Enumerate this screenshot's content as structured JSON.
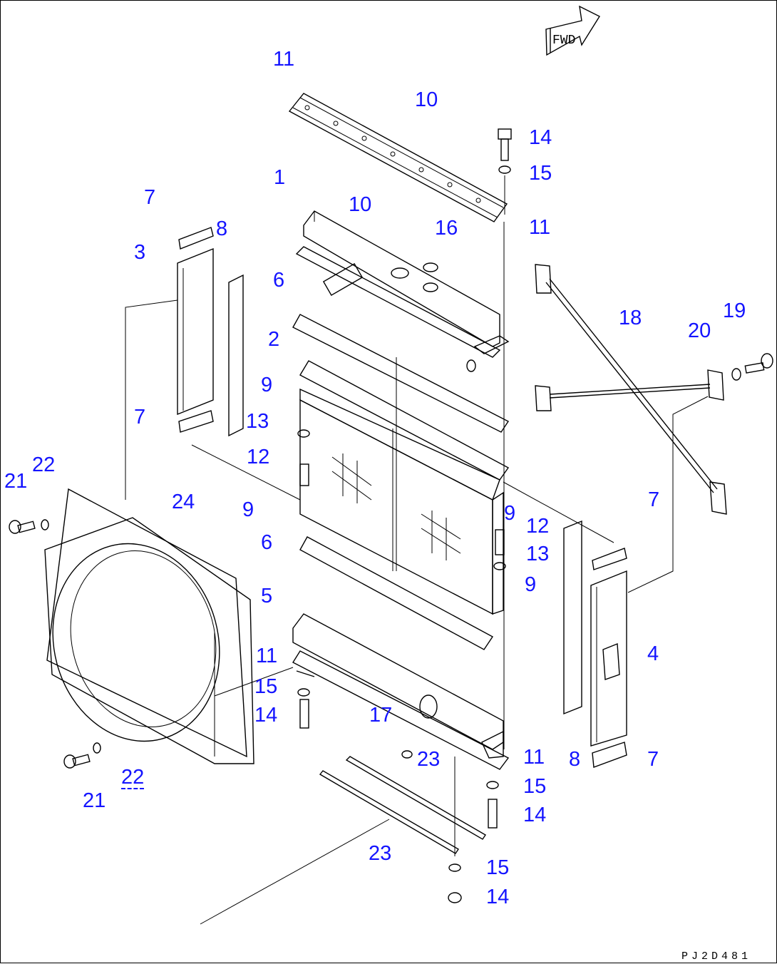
{
  "drawing": {
    "code": "PJ2D481",
    "fwd_label": "FWD"
  },
  "labels": [
    "11",
    "10",
    "10",
    "14",
    "15",
    "1",
    "11",
    "16",
    "7",
    "8",
    "3",
    "6",
    "2",
    "18",
    "20",
    "19",
    "9",
    "7",
    "13",
    "12",
    "22",
    "21",
    "24",
    "9",
    "7",
    "9",
    "12",
    "13",
    "6",
    "9",
    "5",
    "4",
    "11",
    "15",
    "14",
    "17",
    "23",
    "11",
    "22",
    "8",
    "7",
    "15",
    "21",
    "14",
    "23",
    "15",
    "14"
  ],
  "colors": {
    "label": "#1414ff",
    "line": "#000000",
    "background": "#ffffff"
  }
}
